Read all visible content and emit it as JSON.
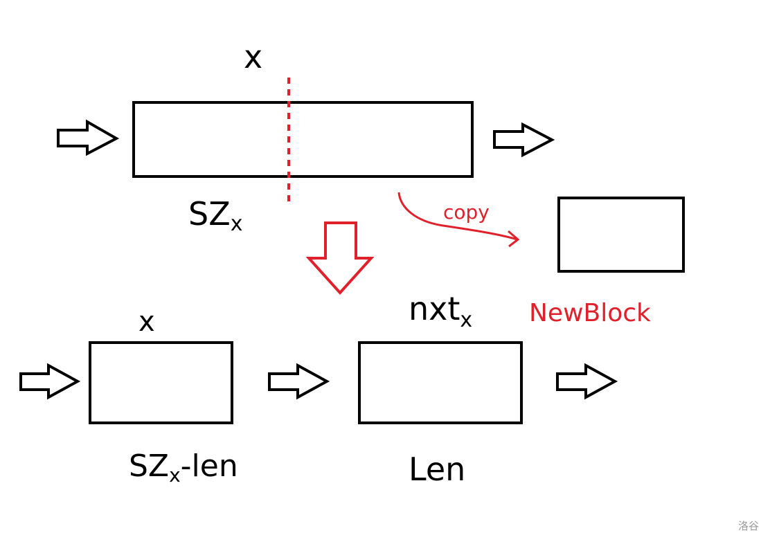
{
  "colors": {
    "ink": "#000000",
    "accent": "#e0202a",
    "watermark": "#9a9a9a"
  },
  "top": {
    "split_label": "x",
    "size_label_main": "SZ",
    "size_label_sub": "x"
  },
  "copy": {
    "label": "copy",
    "new_block_label": "NewBlock"
  },
  "bottom": {
    "left_label": "x",
    "left_size_main": "SZ",
    "left_size_sub": "x",
    "left_size_suffix": "-len",
    "right_label_main": "nxt",
    "right_label_sub": "x",
    "right_size_label": "Len"
  },
  "watermark": "洛谷"
}
